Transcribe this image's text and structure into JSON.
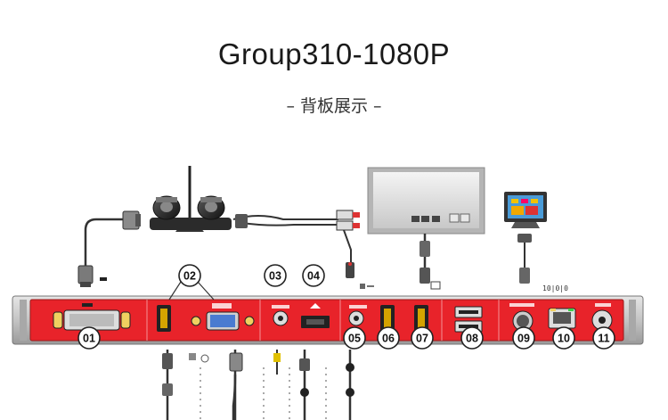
{
  "title": "Group310-1080P",
  "subtitle": "– 背板展示 –",
  "monitor_label": "10|0|0",
  "ports": [
    {
      "num": "01",
      "name": "DVI"
    },
    {
      "num": "02",
      "name": "HDMI / VGA"
    },
    {
      "num": "03",
      "name": "Audio Out"
    },
    {
      "num": "04",
      "name": "Camera"
    },
    {
      "num": "05",
      "name": "Audio In"
    },
    {
      "num": "06",
      "name": "HDMI Out"
    },
    {
      "num": "07",
      "name": "HDMI Out"
    },
    {
      "num": "08",
      "name": "USB"
    },
    {
      "num": "09",
      "name": "Serial"
    },
    {
      "num": "10",
      "name": "LAN"
    },
    {
      "num": "11",
      "name": "Power"
    }
  ],
  "colors": {
    "panel_red": "#e8232a",
    "chassis": "#c9c9c9",
    "circle_stroke": "#222222"
  }
}
